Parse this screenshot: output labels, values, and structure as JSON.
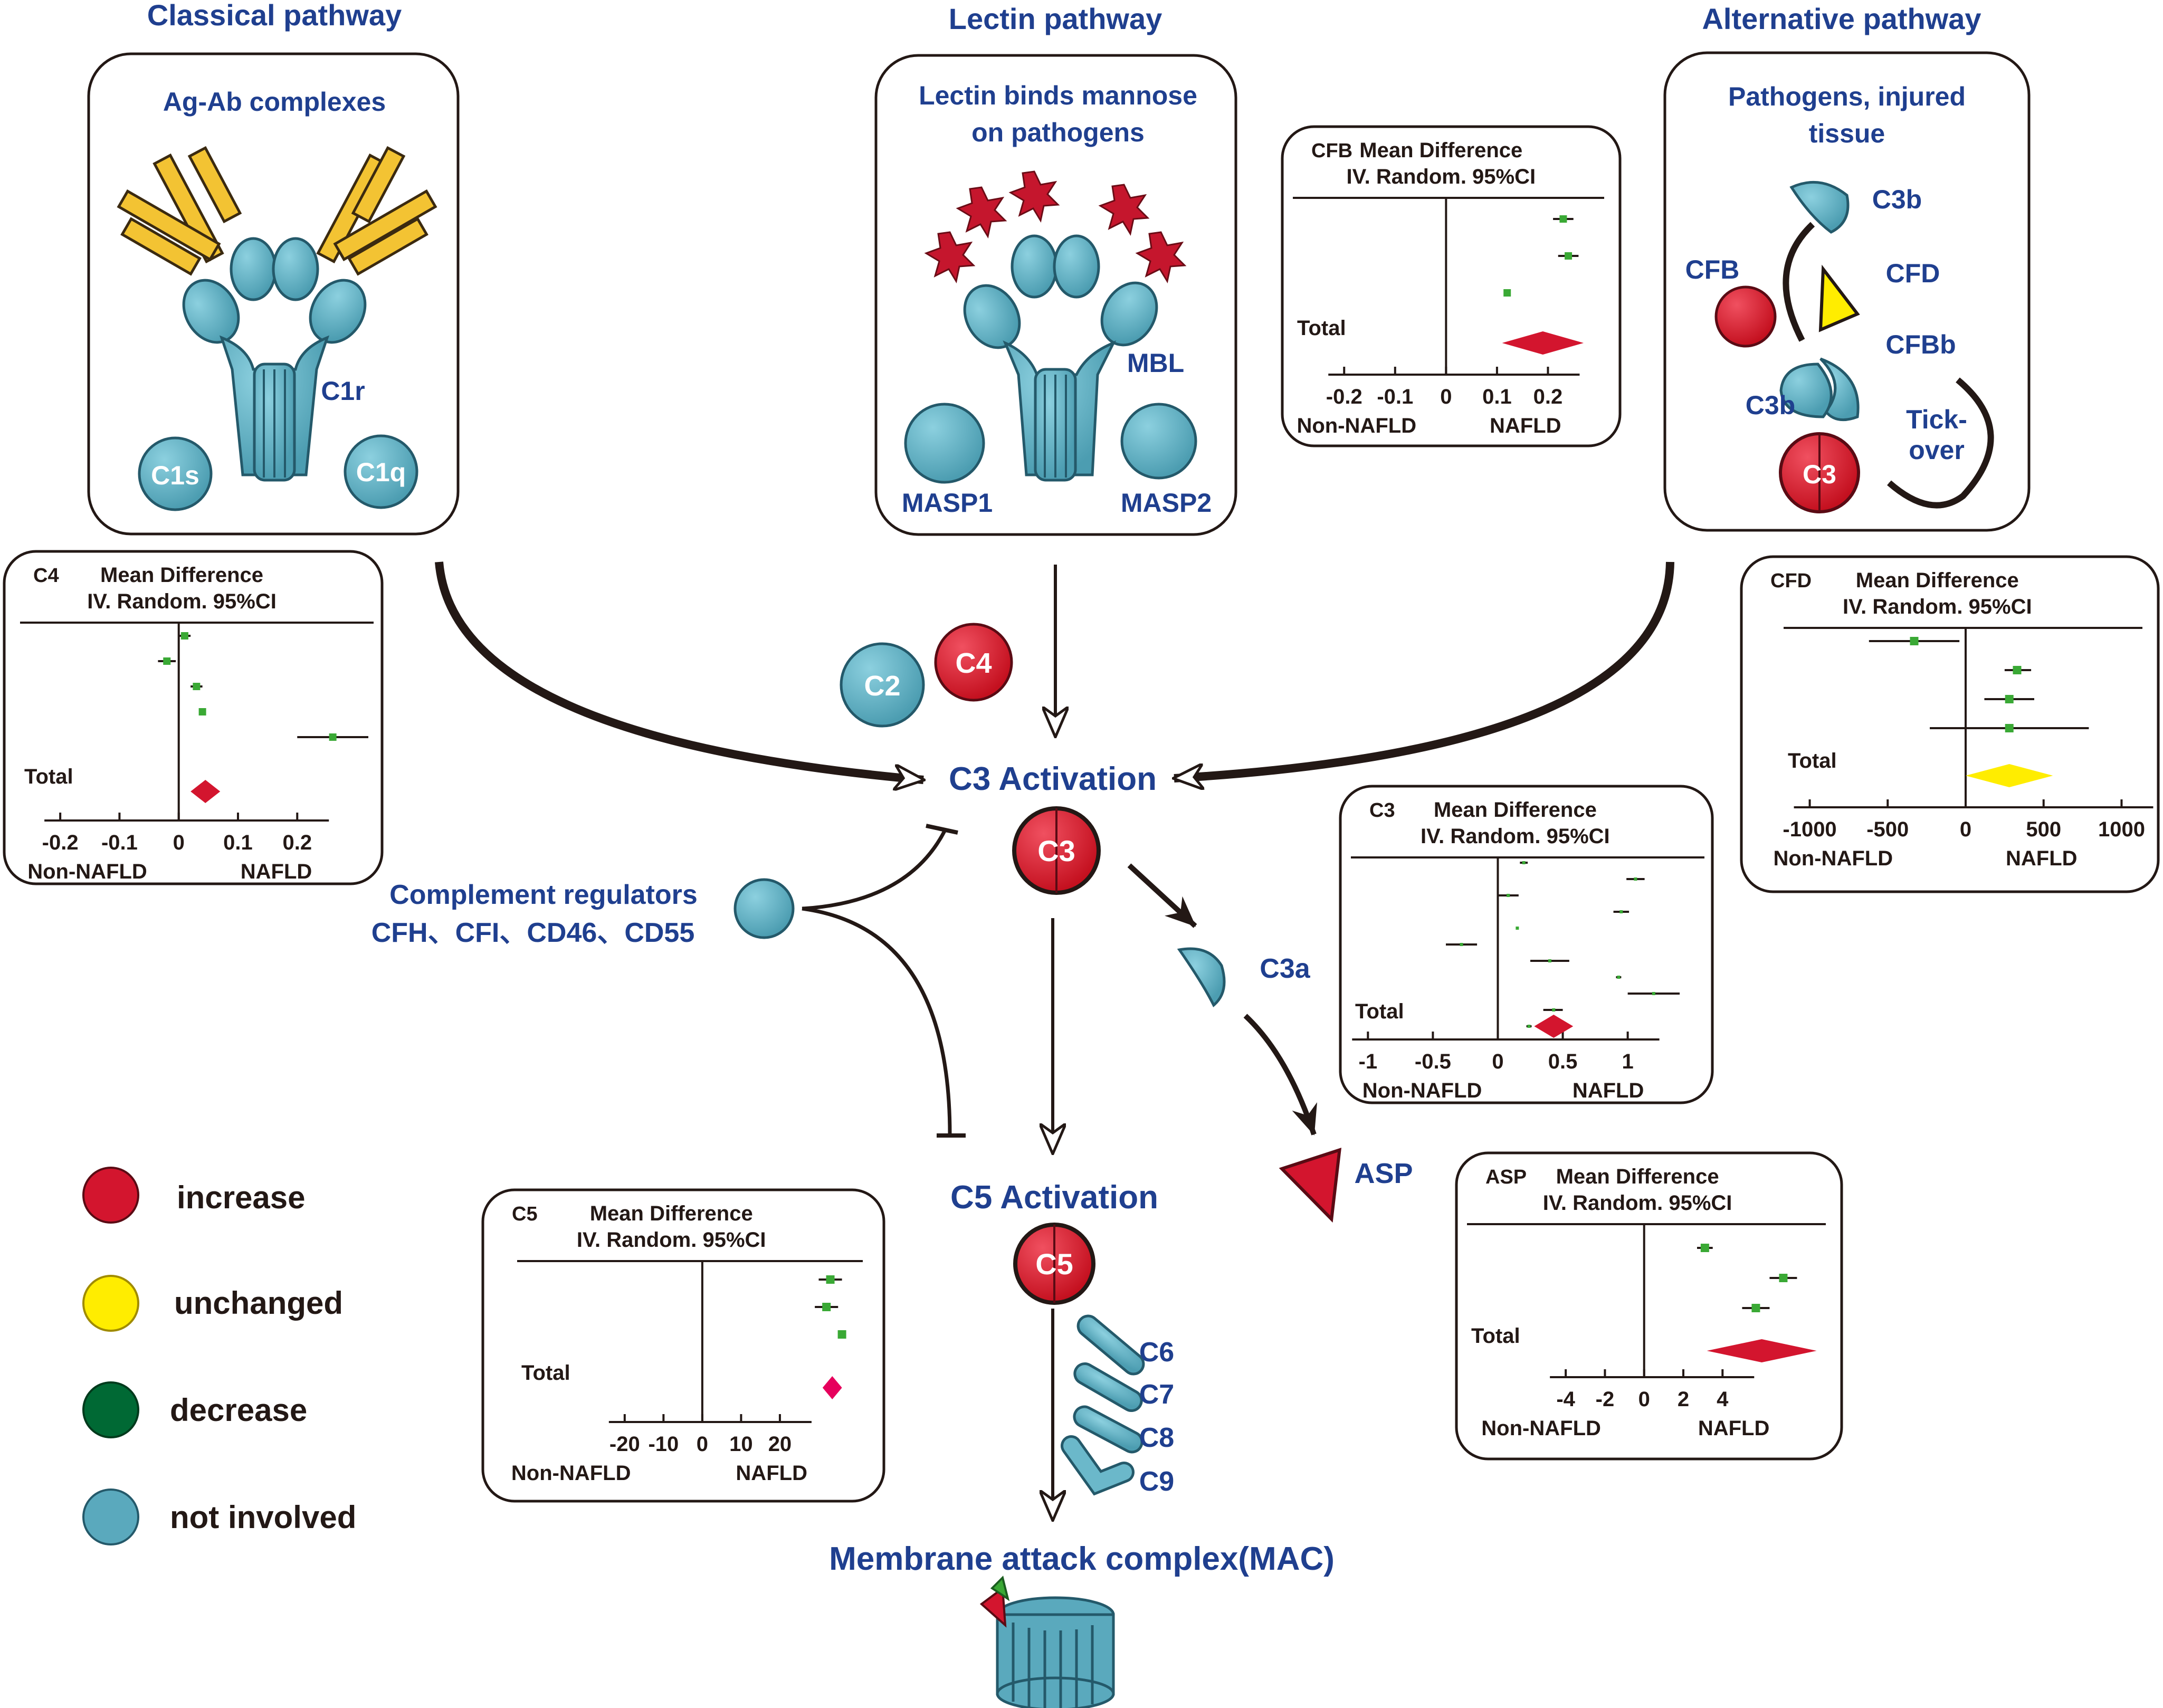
{
  "pathways": {
    "classical": {
      "title": "Classical pathway",
      "trigger": "Ag-Ab complexes",
      "labels": [
        "C1r",
        "C1s",
        "C1q"
      ]
    },
    "lectin": {
      "title": "Lectin pathway",
      "trigger_line1": "Lectin binds mannose",
      "trigger_line2": "on pathogens",
      "labels": [
        "MBL",
        "MASP1",
        "MASP2"
      ]
    },
    "alternative": {
      "title": "Alternative pathway",
      "trigger_line1": "Pathogens, injured",
      "trigger_line2": "tissue",
      "labels": [
        "C3b",
        "CFB",
        "CFD",
        "CFBb",
        "C3b",
        "Tick-",
        "over",
        "C3"
      ]
    }
  },
  "nodes": {
    "c2": "C2",
    "c4": "C4",
    "c3_activation": "C3 Activation",
    "c3": "C3",
    "c3a": "C3a",
    "asp": "ASP",
    "c5_activation": "C5 Activation",
    "c5": "C5",
    "c6": "C6",
    "c7": "C7",
    "c8": "C8",
    "c9": "C9",
    "mac": "Membrane attack complex(MAC)",
    "regulators_line1": "Complement regulators",
    "regulators_line2": "CFH、CFI、CD46、CD55"
  },
  "legend": [
    {
      "label": "increase",
      "color": "#d3152e"
    },
    {
      "label": "unchanged",
      "color": "#ffed00"
    },
    {
      "label": "decrease",
      "color": "#006934"
    },
    {
      "label": "not involved",
      "color": "#5aa9bd"
    }
  ],
  "colors": {
    "text_blue": "#1f3f8f",
    "increase_red": "#d3152e",
    "antibody_yellow": "#f3c333",
    "teal": "#5aa9bd",
    "point_green": "#3aa935",
    "unchanged_yellow": "#ffed00"
  },
  "forest_common": {
    "header_line1": "Mean Difference",
    "header_line2": "IV. Random. 95%CI",
    "total": "Total",
    "left_label": "Non-NAFLD",
    "right_label": "NAFLD"
  },
  "chart_data": [
    {
      "type": "forest",
      "title": "C4",
      "xlim": [
        -0.25,
        0.32
      ],
      "ticks": [
        -0.2,
        -0.1,
        0,
        0.1,
        0.2
      ],
      "tick_labels": [
        "-0.2",
        "-0.1",
        "0",
        "0.1",
        "0.2"
      ],
      "studies": [
        {
          "estimate": 0.01,
          "lower": 0.0,
          "upper": 0.02
        },
        {
          "estimate": -0.02,
          "lower": -0.035,
          "upper": -0.005
        },
        {
          "estimate": 0.03,
          "lower": 0.02,
          "upper": 0.04
        },
        {
          "estimate": 0.04,
          "lower": 0.035,
          "upper": 0.045
        },
        {
          "estimate": 0.26,
          "lower": 0.2,
          "upper": 0.32
        }
      ],
      "total": {
        "estimate": 0.045,
        "lower": 0.02,
        "upper": 0.07
      }
    },
    {
      "type": "forest",
      "title": "CFB",
      "xlim": [
        -0.28,
        0.3
      ],
      "ticks": [
        -0.2,
        -0.1,
        0,
        0.1,
        0.2
      ],
      "tick_labels": [
        "-0.2",
        "-0.1",
        "0",
        "0.1",
        "0.2"
      ],
      "studies": [
        {
          "estimate": 0.23,
          "lower": 0.21,
          "upper": 0.25
        },
        {
          "estimate": 0.24,
          "lower": 0.22,
          "upper": 0.26
        },
        {
          "estimate": 0.12,
          "lower": 0.115,
          "upper": 0.125
        }
      ],
      "total": {
        "estimate": 0.19,
        "lower": 0.11,
        "upper": 0.27
      }
    },
    {
      "type": "forest",
      "title": "CFD",
      "xlim": [
        -1100,
        1100
      ],
      "ticks": [
        -1000,
        -500,
        0,
        500,
        1000
      ],
      "tick_labels": [
        "-1000",
        "-500",
        "0",
        "500",
        "1000"
      ],
      "studies": [
        {
          "estimate": -330,
          "lower": -620,
          "upper": -40
        },
        {
          "estimate": 330,
          "lower": 250,
          "upper": 420
        },
        {
          "estimate": 280,
          "lower": 120,
          "upper": 440
        },
        {
          "estimate": 280,
          "lower": -230,
          "upper": 790
        }
      ],
      "total": {
        "estimate": 280,
        "lower": 0,
        "upper": 560
      }
    },
    {
      "type": "forest",
      "title": "C3",
      "xlim": [
        -1.05,
        1.55
      ],
      "ticks": [
        -1,
        -0.5,
        0,
        0.5,
        1
      ],
      "tick_labels": [
        "-1",
        "-0.5",
        "0",
        "0.5",
        "1"
      ],
      "studies": [
        {
          "estimate": 0.2,
          "lower": 0.17,
          "upper": 0.23
        },
        {
          "estimate": 1.06,
          "lower": 0.99,
          "upper": 1.13
        },
        {
          "estimate": 0.08,
          "lower": 0.0,
          "upper": 0.16
        },
        {
          "estimate": 0.95,
          "lower": 0.89,
          "upper": 1.01
        },
        {
          "estimate": 0.15,
          "lower": 0.14,
          "upper": 0.16
        },
        {
          "estimate": -0.28,
          "lower": -0.4,
          "upper": -0.16
        },
        {
          "estimate": 0.4,
          "lower": 0.25,
          "upper": 0.55
        },
        {
          "estimate": 0.93,
          "lower": 0.91,
          "upper": 0.95
        },
        {
          "estimate": 1.2,
          "lower": 1.0,
          "upper": 1.4
        },
        {
          "estimate": 0.43,
          "lower": 0.35,
          "upper": 0.5
        },
        {
          "estimate": 0.24,
          "lower": 0.22,
          "upper": 0.26
        }
      ],
      "total": {
        "estimate": 0.43,
        "lower": 0.28,
        "upper": 0.58
      }
    },
    {
      "type": "forest",
      "title": "C5",
      "xlim": [
        -45,
        40
      ],
      "ticks": [
        -20,
        -10,
        0,
        10,
        20
      ],
      "tick_labels": [
        "-20",
        "-10",
        "0",
        "10",
        "20"
      ],
      "studies": [
        {
          "estimate": 33,
          "lower": 30,
          "upper": 36
        },
        {
          "estimate": 32,
          "lower": 29,
          "upper": 35
        },
        {
          "estimate": 36,
          "lower": 35,
          "upper": 37
        }
      ],
      "total": {
        "estimate": 33.5,
        "lower": 31,
        "upper": 36
      }
    },
    {
      "type": "forest",
      "title": "ASP",
      "xlim": [
        -8.5,
        9
      ],
      "ticks": [
        -4,
        -2,
        0,
        2,
        4
      ],
      "tick_labels": [
        "-4",
        "-2",
        "0",
        "2",
        "4"
      ],
      "studies": [
        {
          "estimate": 3.1,
          "lower": 2.7,
          "upper": 3.5
        },
        {
          "estimate": 7.1,
          "lower": 6.4,
          "upper": 7.8
        },
        {
          "estimate": 5.7,
          "lower": 5.0,
          "upper": 6.4
        }
      ],
      "total": {
        "estimate": 6.0,
        "lower": 3.2,
        "upper": 8.8
      }
    }
  ]
}
